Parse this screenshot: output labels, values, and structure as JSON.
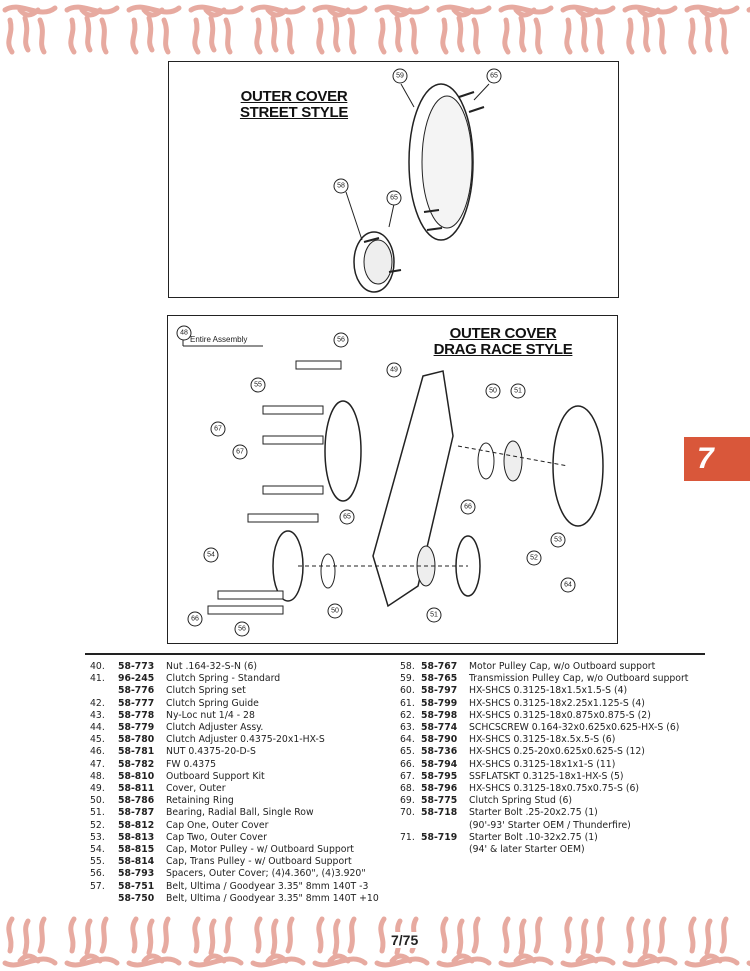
{
  "colors": {
    "accent": "#d9573a",
    "decoration": "#e7aaa0"
  },
  "section_tab": "7",
  "page_number": "7/75",
  "diagram_street": {
    "title_line1": "OUTER COVER",
    "title_line2": "STREET STYLE",
    "callouts": [
      "59",
      "65",
      "58",
      "65"
    ]
  },
  "diagram_drag": {
    "title_line1": "OUTER COVER",
    "title_line2": "DRAG RACE STYLE",
    "assembly_label": "Entire Assembly",
    "callouts": [
      "48",
      "56",
      "49",
      "50",
      "51",
      "55",
      "67",
      "67",
      "66",
      "65",
      "53",
      "52",
      "54",
      "64",
      "50",
      "51",
      "66",
      "56"
    ]
  },
  "parts_left": [
    {
      "num": "40.",
      "part": "58-773",
      "desc": "Nut .164-32-S-N (6)"
    },
    {
      "num": "41.",
      "part": "96-245",
      "desc": "Clutch Spring - Standard"
    },
    {
      "num": "",
      "part": "58-776",
      "desc": "Clutch Spring set"
    },
    {
      "num": "42.",
      "part": "58-777",
      "desc": "Clutch Spring Guide"
    },
    {
      "num": "43.",
      "part": "58-778",
      "desc": "Ny-Loc nut 1/4 - 28"
    },
    {
      "num": "44.",
      "part": "58-779",
      "desc": "Clutch Adjuster Assy."
    },
    {
      "num": "45.",
      "part": "58-780",
      "desc": "Clutch Adjuster 0.4375-20x1-HX-S"
    },
    {
      "num": "46.",
      "part": "58-781",
      "desc": "NUT 0.4375-20-D-S"
    },
    {
      "num": "47.",
      "part": "58-782",
      "desc": "FW 0.4375"
    },
    {
      "num": "48.",
      "part": "58-810",
      "desc": "Outboard Support Kit"
    },
    {
      "num": "49.",
      "part": "58-811",
      "desc": "Cover, Outer"
    },
    {
      "num": "50.",
      "part": "58-786",
      "desc": "Retaining Ring"
    },
    {
      "num": "51.",
      "part": "58-787",
      "desc": "Bearing, Radial Ball, Single Row"
    },
    {
      "num": "52.",
      "part": "58-812",
      "desc": "Cap One, Outer Cover"
    },
    {
      "num": "53.",
      "part": "58-813",
      "desc": "Cap Two, Outer Cover"
    },
    {
      "num": "54.",
      "part": "58-815",
      "desc": "Cap, Motor Pulley - w/ Outboard Support"
    },
    {
      "num": "55.",
      "part": "58-814",
      "desc": "Cap, Trans Pulley - w/ Outboard Support"
    },
    {
      "num": "56.",
      "part": "58-793",
      "desc": "Spacers, Outer Cover; (4)4.360\", (4)3.920\""
    },
    {
      "num": "57.",
      "part": "58-751",
      "desc": "Belt, Ultima / Goodyear 3.35\" 8mm 140T -3"
    },
    {
      "num": "",
      "part": "58-750",
      "desc": "Belt, Ultima / Goodyear 3.35\" 8mm 140T +10"
    }
  ],
  "parts_right": [
    {
      "num": "58.",
      "part": "58-767",
      "desc": "Motor Pulley Cap, w/o Outboard support"
    },
    {
      "num": "59.",
      "part": "58-765",
      "desc": "Transmission Pulley Cap, w/o Outboard support"
    },
    {
      "num": "60.",
      "part": "58-797",
      "desc": "HX-SHCS 0.3125-18x1.5x1.5-S (4)"
    },
    {
      "num": "61.",
      "part": "58-799",
      "desc": "HX-SHCS 0.3125-18x2.25x1.125-S (4)"
    },
    {
      "num": "62.",
      "part": "58-798",
      "desc": "HX-SHCS 0.3125-18x0.875x0.875-S (2)"
    },
    {
      "num": "63.",
      "part": "58-774",
      "desc": "SCHCSCREW 0.164-32x0.625x0.625-HX-S (6)"
    },
    {
      "num": "64.",
      "part": "58-790",
      "desc": "HX-SHCS 0.3125-18x.5x.5-S (6)"
    },
    {
      "num": "65.",
      "part": "58-736",
      "desc": "HX-SHCS 0.25-20x0.625x0.625-S (12)"
    },
    {
      "num": "66.",
      "part": "58-794",
      "desc": "HX-SHCS 0.3125-18x1x1-S (11)"
    },
    {
      "num": "67.",
      "part": "58-795",
      "desc": "SSFLATSKT 0.3125-18x1-HX-S (5)"
    },
    {
      "num": "68.",
      "part": "58-796",
      "desc": "HX-SHCS 0.3125-18x0.75x0.75-S (6)"
    },
    {
      "num": "69.",
      "part": "58-775",
      "desc": "Clutch Spring Stud (6)"
    },
    {
      "num": "70.",
      "part": "58-718",
      "desc": "Starter Bolt .25-20x2.75 (1)"
    },
    {
      "num": "",
      "part": "",
      "desc": "(90'-93' Starter OEM / Thunderfire)"
    },
    {
      "num": "71.",
      "part": "58-719",
      "desc": "Starter Bolt .10-32x2.75 (1)"
    },
    {
      "num": "",
      "part": "",
      "desc": "(94' & later Starter OEM)"
    }
  ]
}
